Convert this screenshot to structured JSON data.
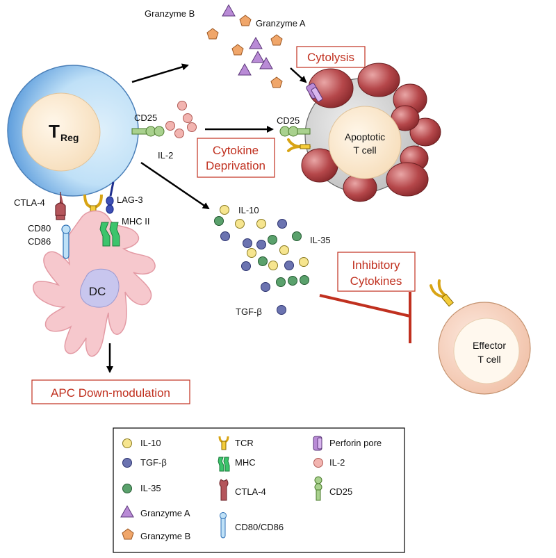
{
  "labels": {
    "granzyme_b": "Granzyme B",
    "granzyme_a": "Granzyme A",
    "treg_t": "T",
    "treg_sub": "Reg",
    "cd25_left": "CD25",
    "il2": "IL-2",
    "cd25_right": "CD25",
    "apoptotic_line1": "Apoptotic",
    "apoptotic_line2": "T cell",
    "ctla4": "CTLA-4",
    "lag3": "LAG-3",
    "mhc2": "MHC II",
    "cd80": "CD80",
    "cd86": "CD86",
    "dc": "DC",
    "il10": "IL-10",
    "il35": "IL-35",
    "tgfb": "TGF-β",
    "effector_line1": "Effector",
    "effector_line2": "T cell"
  },
  "boxes": {
    "cytolysis": "Cytolysis",
    "cytokine_line1": "Cytokine",
    "cytokine_line2": "Deprivation",
    "inhibitory_line1": "Inhibitory",
    "inhibitory_line2": "Cytokines",
    "apc": "APC Down-modulation"
  },
  "legend": {
    "col1": [
      "IL-10",
      "TGF-β",
      "IL-35",
      "Granzyme A",
      "Granzyme B"
    ],
    "col2": [
      "TCR",
      "MHC",
      "CTLA-4",
      "CD80/CD86"
    ],
    "col3": [
      "Perforin pore",
      "IL-2",
      "CD25"
    ]
  },
  "colors": {
    "il10": "#f6e58f",
    "tgfb": "#6b73b0",
    "il35": "#5aa16c",
    "il2": "#f2b4b0",
    "granzyme_a": "#b98bd6",
    "granzyme_b": "#f0a66a",
    "accent_red": "#c0301f",
    "treg_blue": "#5a9fe0",
    "dc_pink": "#f6c8cd",
    "bleb_red": "#a8383a"
  }
}
